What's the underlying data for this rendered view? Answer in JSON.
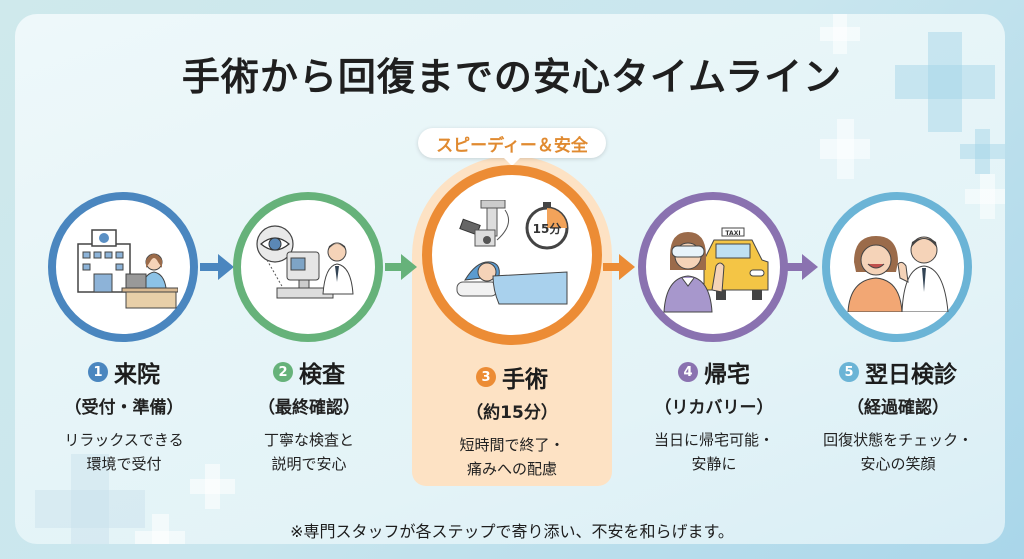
{
  "title": "手術から回復までの安心タイムライン",
  "highlight_badge": "スピーディー＆安全",
  "steps": [
    {
      "number": "1",
      "title": "来院",
      "subtitle": "（受付・準備）",
      "desc_line1": "リラックスできる",
      "desc_line2": "環境で受付",
      "color": "#4a86bf",
      "icon": "hospital-reception-icon"
    },
    {
      "number": "2",
      "title": "検査",
      "subtitle": "（最終確認）",
      "desc_line1": "丁寧な検査と",
      "desc_line2": "説明で安心",
      "color": "#66b27a",
      "icon": "eye-exam-icon"
    },
    {
      "number": "3",
      "title": "手術",
      "subtitle": "（約15分）",
      "desc_line1": "短時間で終了・",
      "desc_line2": "痛みへの配慮",
      "color": "#ec8c35",
      "icon": "surgery-microscope-icon",
      "timer_label": "15分"
    },
    {
      "number": "4",
      "title": "帰宅",
      "subtitle": "（リカバリー）",
      "desc_line1": "当日に帰宅可能・",
      "desc_line2": "安静に",
      "color": "#8a72b0",
      "icon": "taxi-home-icon",
      "taxi_label": "TAXI"
    },
    {
      "number": "5",
      "title": "翌日検診",
      "subtitle": "（経過確認）",
      "desc_line1": "回復状態をチェック・",
      "desc_line2": "安心の笑顔",
      "color": "#6bb4d6",
      "icon": "followup-checkup-icon"
    }
  ],
  "footnote": "※専門スタッフが各ステップで寄り添い、不安を和らげます。"
}
